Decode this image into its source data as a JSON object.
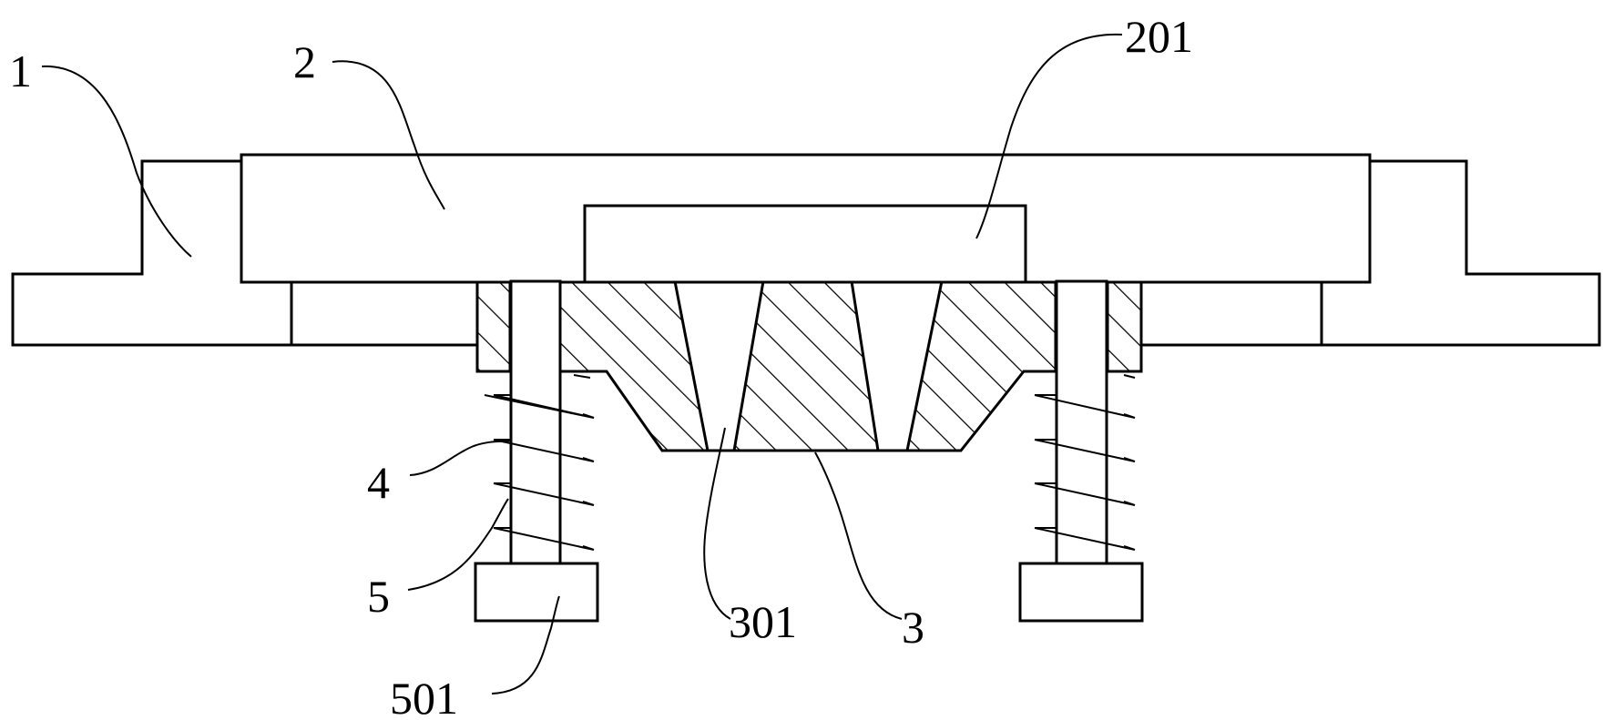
{
  "labels": {
    "l1": "1",
    "l2": "2",
    "l201": "201",
    "l4": "4",
    "l5": "5",
    "l501": "501",
    "l301": "301",
    "l3": "3"
  }
}
